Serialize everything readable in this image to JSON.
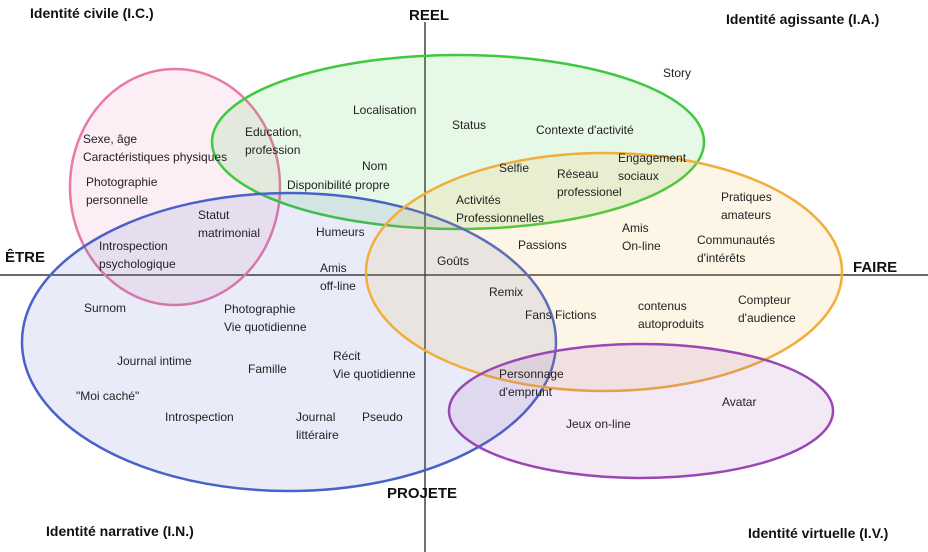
{
  "corners": {
    "top_left": "Identité civile (I.C.)",
    "top_right": "Identité agissante (I.A.)",
    "bottom_left": "Identité narrative (I.N.)",
    "bottom_right": "Identité virtuelle (I.V.)"
  },
  "axes": {
    "top": "REEL",
    "bottom": "PROJETE",
    "left": "ÊTRE",
    "right": "FAIRE"
  },
  "colors": {
    "pink": "#e87aa8",
    "green": "#3ec93e",
    "blue": "#4a62c8",
    "orange": "#f0ae3c",
    "purple": "#9a46b4"
  },
  "labels": {
    "story": [
      "Story"
    ],
    "localisation": [
      "Localisation"
    ],
    "status": [
      "Status"
    ],
    "contexte": [
      "Contexte d'activité"
    ],
    "sexe": [
      "Sexe, âge",
      "Caractéristiques physiques"
    ],
    "education": [
      "Education,",
      "profession"
    ],
    "nom": [
      "Nom"
    ],
    "disponibilite": [
      "Disponibilité propre"
    ],
    "selfie": [
      "Selfie"
    ],
    "reseau": [
      "Réseau",
      "professionel"
    ],
    "engagement": [
      "Engagement",
      "sociaux"
    ],
    "photo_perso": [
      "Photographie",
      "personnelle"
    ],
    "activites": [
      "Activités",
      "Professionnelles"
    ],
    "pratiques": [
      "Pratiques",
      "amateurs"
    ],
    "statut": [
      "Statut",
      "matrimonial"
    ],
    "humeurs": [
      "Humeurs"
    ],
    "amis_online": [
      "Amis",
      "On-line"
    ],
    "passions": [
      "Passions"
    ],
    "communautes": [
      "Communautés",
      "d'intérêts"
    ],
    "introspection_psy": [
      "Introspection",
      "psychologique"
    ],
    "amis_offline": [
      "Amis",
      "off-line"
    ],
    "gouts": [
      "Goûts"
    ],
    "remix": [
      "Remix"
    ],
    "surnom": [
      "Surnom"
    ],
    "photo_vie": [
      "Photographie",
      "Vie quotidienne"
    ],
    "fans": [
      "Fans Fictions"
    ],
    "contenus": [
      "contenus",
      "autoproduits"
    ],
    "compteur": [
      "Compteur",
      "d'audience"
    ],
    "journal_intime": [
      "Journal intime"
    ],
    "recit": [
      "Récit",
      "Vie quotidienne"
    ],
    "famille": [
      "Famille"
    ],
    "personnage": [
      "Personnage",
      "d'emprunt"
    ],
    "moi_cache": [
      "\"Moi caché\""
    ],
    "avatar": [
      "Avatar"
    ],
    "introspection": [
      "Introspection"
    ],
    "journal_litt": [
      "Journal",
      "littéraire"
    ],
    "pseudo": [
      "Pseudo"
    ],
    "jeux": [
      "Jeux on-line"
    ]
  }
}
